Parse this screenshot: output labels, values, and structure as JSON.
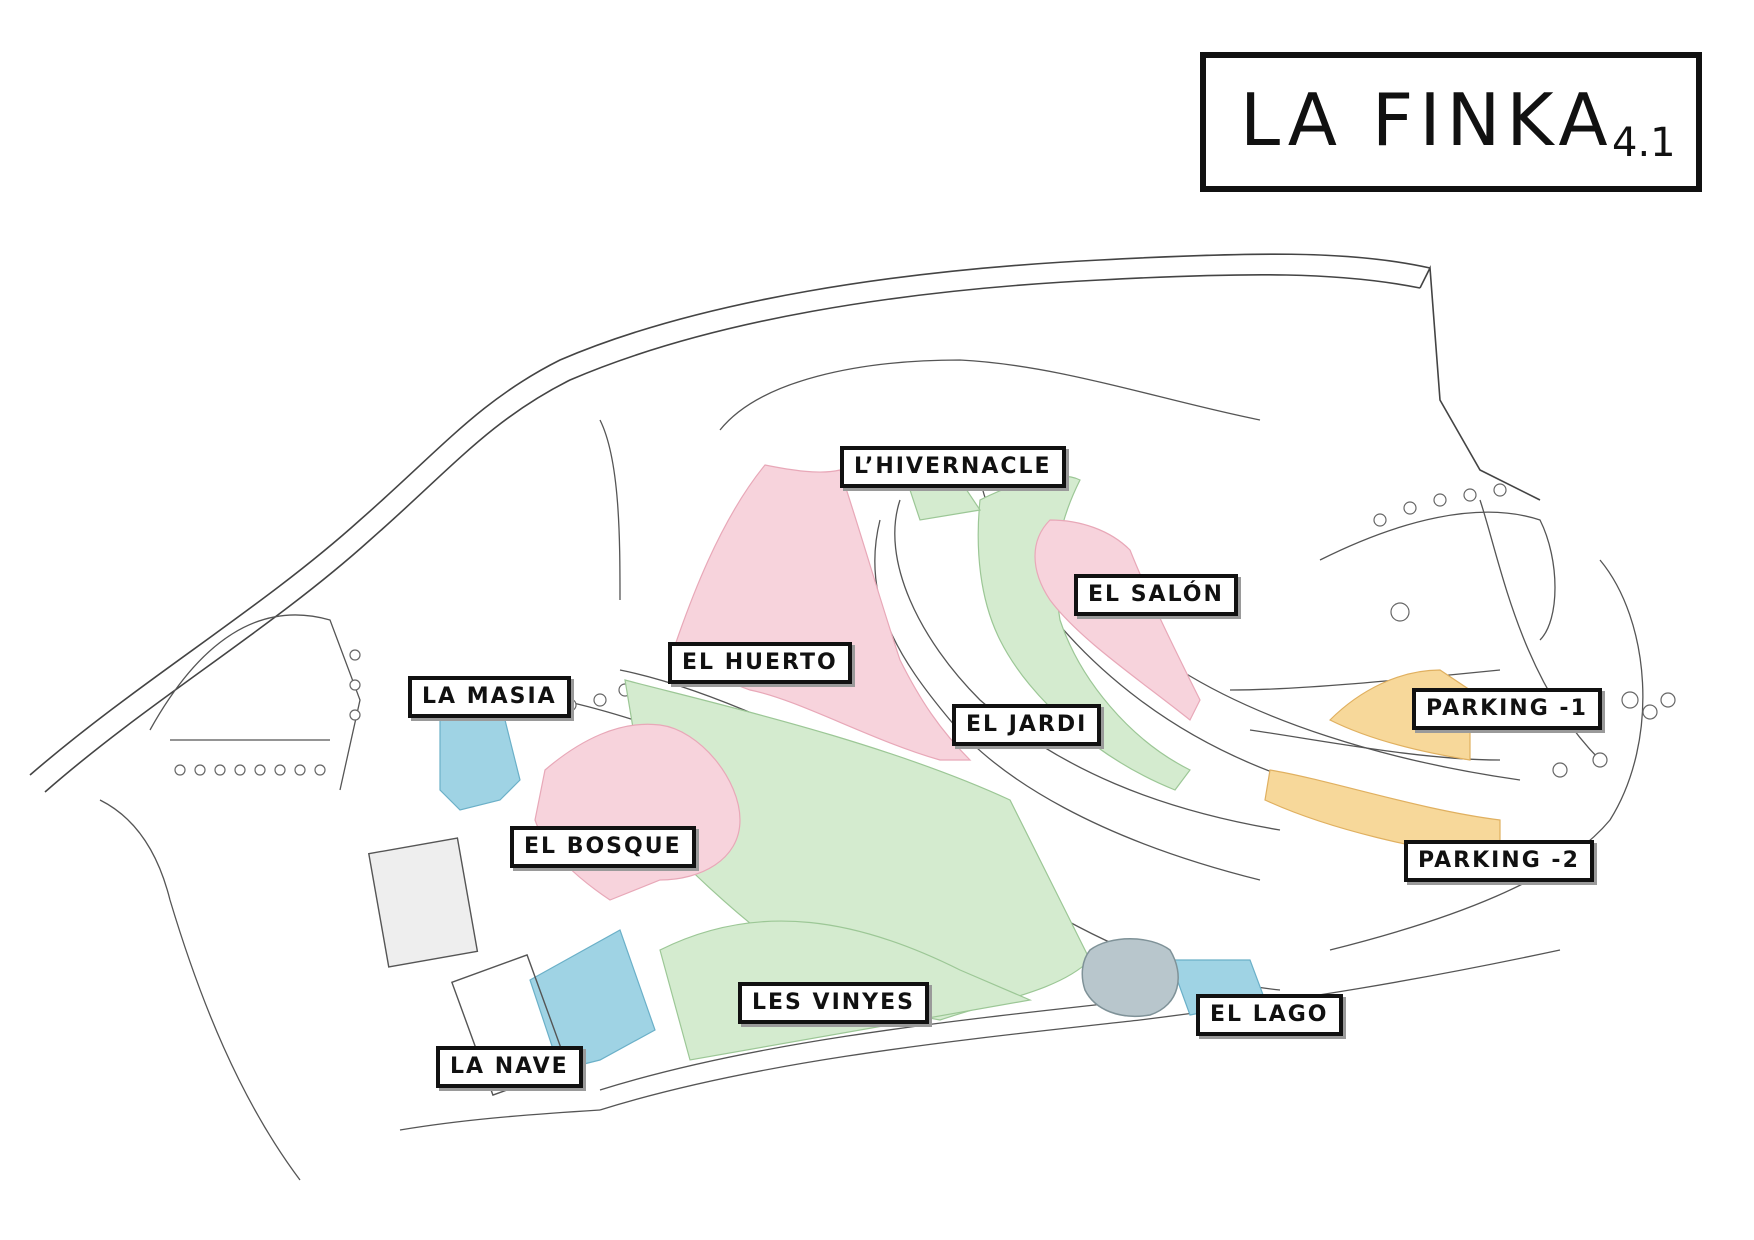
{
  "title": {
    "main": "LA FINKA",
    "version": "4.1"
  },
  "zones": {
    "la_masia": "LA MASIA",
    "el_huerto": "EL HUERTO",
    "l_hivernacle": "L’HIVERNACLE",
    "el_salon": "EL SALÓN",
    "el_jardi": "EL JARDI",
    "parking_1": "PARKING -1",
    "parking_2": "PARKING -2",
    "el_bosque": "EL BOSQUE",
    "les_vinyes": "LES VINYES",
    "el_lago": "EL LAGO",
    "la_nave": "LA NAVE"
  },
  "colors": {
    "garden_green": "#d4ebcf",
    "orchard_pink": "#f7d3dc",
    "building_blue": "#9fd3e4",
    "parking_orange": "#f7d89a",
    "lake_grey": "#b8c6cc",
    "line": "#444444"
  }
}
